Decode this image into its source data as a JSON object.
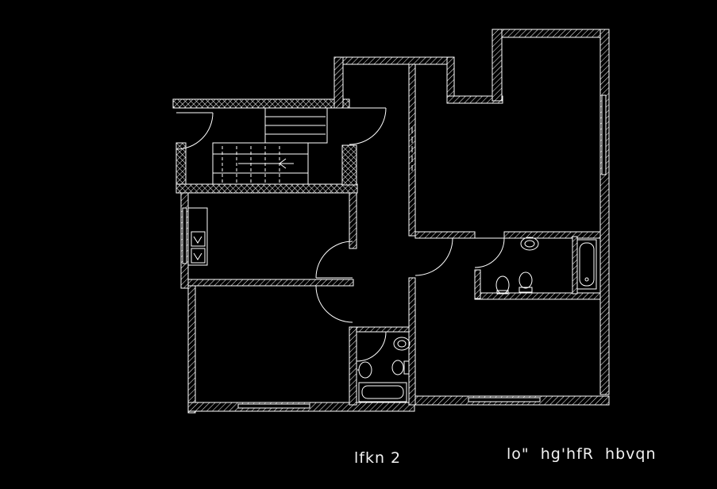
{
  "drawing": {
    "background": "#000000",
    "line_color": "#ffffff",
    "wall_hatch": "diagonal",
    "stair_hatch": "cross"
  },
  "captions": {
    "floor_label": "lfkn 2",
    "plan_title": "lo\"  hg'hfR  hbvqn"
  }
}
